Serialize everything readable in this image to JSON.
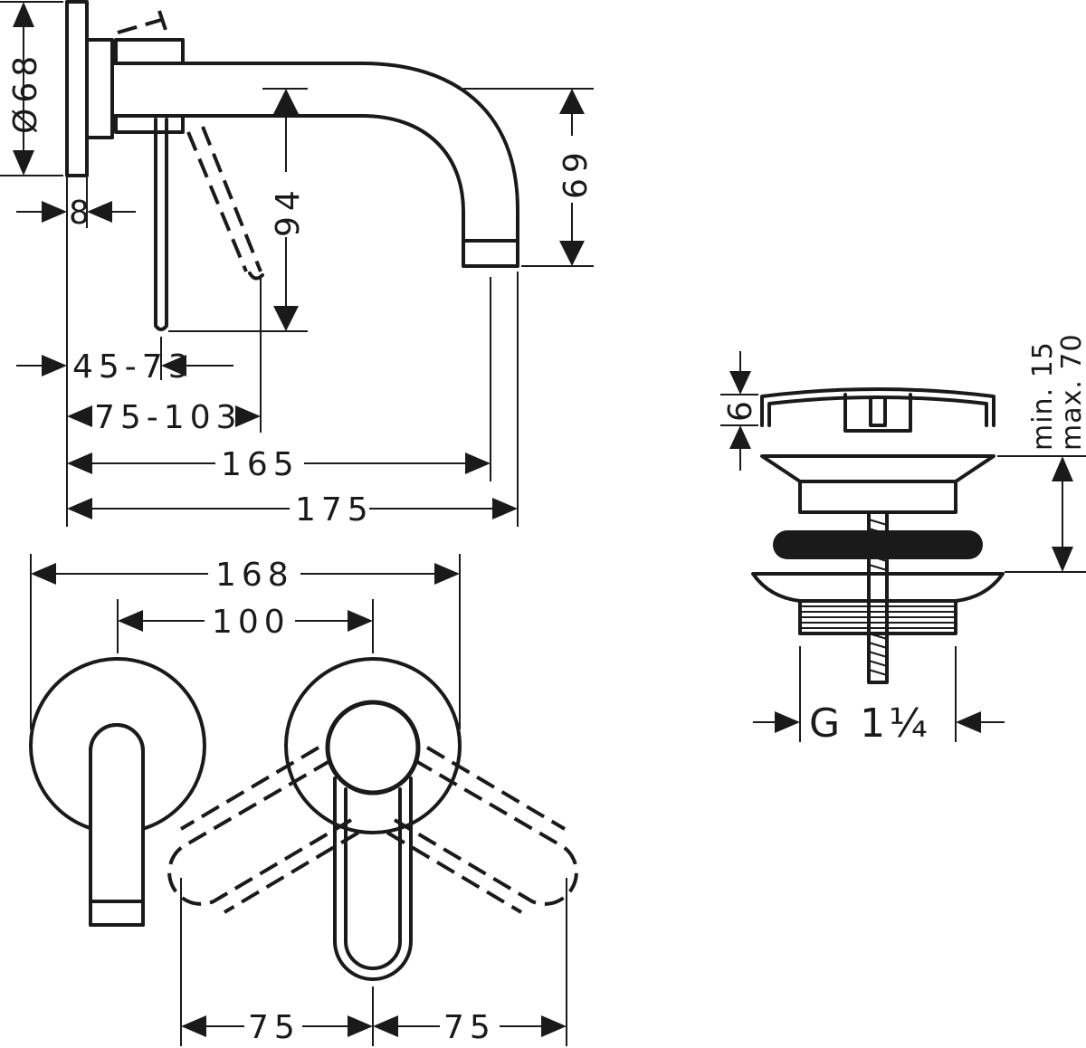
{
  "dimensions": {
    "diameter": "Ø68",
    "flange_thickness": "8",
    "spout_reach_drop": "94",
    "spout_height": "69",
    "lever_depth": "45-73",
    "lever_depth_open": "75-103",
    "spout_length_165": "165",
    "spout_length_175": "175",
    "plate_span": "168",
    "centers": "100",
    "lever_swing_left": "75",
    "lever_swing_right": "75",
    "waste_cap_height": "6",
    "waste_min": "min. 15",
    "waste_max": "max. 70",
    "waste_thread": "G 1¼"
  }
}
